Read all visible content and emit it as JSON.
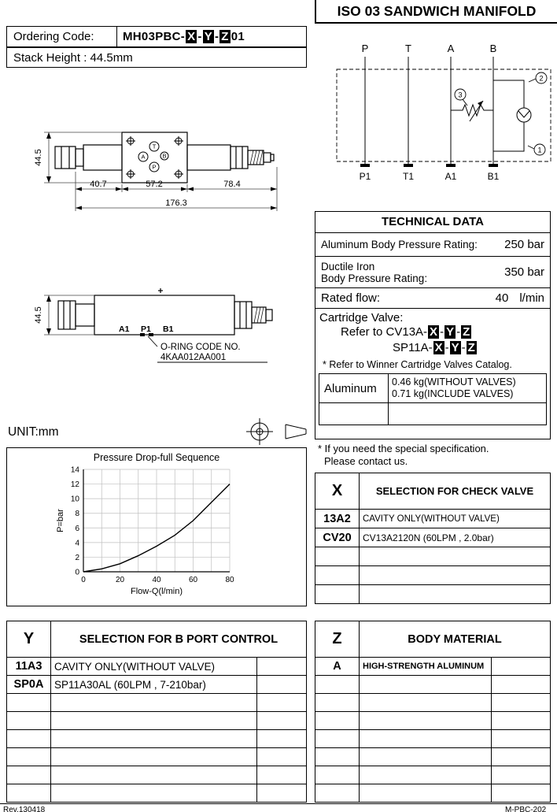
{
  "title": "ISO 03 SANDWICH MANIFOLD",
  "ordering": {
    "label": "Ordering Code:",
    "prefix": "MH03PBC-",
    "x": "X",
    "y": "Y",
    "z": "Z",
    "sep": "-",
    "suffix": "01",
    "stack_height": "Stack Height : 44.5mm"
  },
  "schematic": {
    "top_ports": [
      "P",
      "T",
      "A",
      "B"
    ],
    "bottom_ports": [
      "P1",
      "T1",
      "A1",
      "B1"
    ],
    "balloons": [
      "1",
      "2",
      "3"
    ]
  },
  "drawing": {
    "dim_height": "44.5",
    "dims": [
      "40.7",
      "57.2",
      "78.4"
    ],
    "dim_total": "176.3",
    "face_ports": [
      "T",
      "A",
      "B",
      "P"
    ],
    "side_ports": [
      "A1",
      "P1",
      "B1"
    ],
    "oring_label": "O-RING CODE NO.",
    "oring_code": "4KAA012AA001",
    "unit": "UNIT:mm"
  },
  "technical_data": {
    "title": "TECHNICAL DATA",
    "pressure_aluminum": {
      "label": "Aluminum Body Pressure Rating:",
      "value": "250 bar"
    },
    "pressure_iron": {
      "label_line1": "Ductile Iron",
      "label_line2": "Body Pressure Rating:",
      "value": "350 bar"
    },
    "rated_flow": {
      "label": "Rated flow:",
      "value": "40",
      "unit": "l/min"
    },
    "cartridge": {
      "title": "Cartridge Valve:",
      "refer_prefix": "Refer to CV13A-",
      "sp_prefix": "SP11A-",
      "x": "X",
      "y": "Y",
      "z": "Z",
      "sep": "-",
      "note": "* Refer to Winner Cartridge Valves Catalog."
    },
    "weight": {
      "material": "Aluminum",
      "line1": "0.46  kg(WITHOUT VALVES)",
      "line2": "0.71  kg(INCLUDE VALVES)"
    },
    "footnote_line1": "* If you need the special specification.",
    "footnote_line2": "Please contact us."
  },
  "chart_data": {
    "type": "line",
    "title": "Pressure Drop-full Sequence",
    "xlabel": "Flow-Q(l/min)",
    "ylabel": "P=bar",
    "xlim": [
      0,
      80
    ],
    "ylim": [
      0,
      14
    ],
    "xticks": [
      0,
      20,
      40,
      60,
      80
    ],
    "yticks": [
      0,
      2,
      4,
      6,
      8,
      10,
      12,
      14
    ],
    "grid_step_x": 10,
    "grid_step_y": 2,
    "grid": true,
    "x": [
      0,
      10,
      20,
      30,
      40,
      50,
      60,
      70,
      80
    ],
    "y": [
      0,
      0.4,
      1.1,
      2.2,
      3.5,
      5.0,
      7.0,
      9.5,
      12.0
    ]
  },
  "x_table": {
    "header_code": "X",
    "header_label": "SELECTION FOR CHECK VALVE",
    "rows": [
      {
        "code": "13A2",
        "desc": "CAVITY ONLY(WITHOUT VALVE)"
      },
      {
        "code": "CV20",
        "desc": "CV13A2120N (60LPM , 2.0bar)"
      }
    ]
  },
  "y_table": {
    "header_code": "Y",
    "header_label": "SELECTION FOR B PORT  CONTROL",
    "rows": [
      {
        "code": "11A3",
        "desc": "CAVITY ONLY(WITHOUT VALVE)"
      },
      {
        "code": "SP0A",
        "desc": "SP11A30AL (60LPM , 7-210bar)"
      }
    ]
  },
  "z_table": {
    "header_code": "Z",
    "header_label": "BODY MATERIAL",
    "rows": [
      {
        "code": "A",
        "desc": "HIGH-STRENGTH ALUMINUM"
      }
    ]
  },
  "footer": {
    "rev": "Rev.130418",
    "doc": "M-PBC-202"
  }
}
